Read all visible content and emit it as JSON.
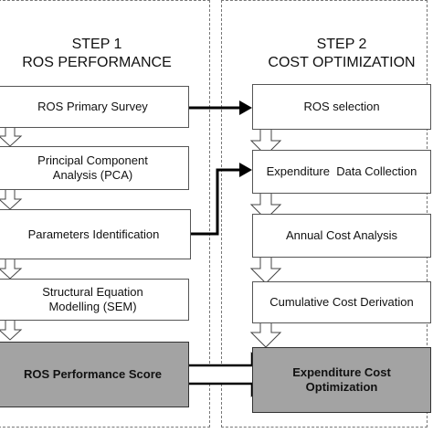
{
  "step1": {
    "step_label": "STEP 1",
    "title": "ROS PERFORMANCE",
    "boxes": {
      "survey": "ROS Primary Survey",
      "pca_line1": "Principal Component",
      "pca_line2": "Analysis (PCA)",
      "params": "Parameters Identification",
      "sem_line1": "Structural Equation",
      "sem_line2": "Modelling (SEM)",
      "score": "ROS Performance Score"
    }
  },
  "step2": {
    "step_label": "STEP 2",
    "title": "COST OPTIMIZATION",
    "boxes": {
      "selection": "ROS selection",
      "expenditure": "Expenditure  Data Collection",
      "annual": "Annual Cost Analysis",
      "cumulative": "Cumulative Cost Derivation",
      "opt_line1": "Expenditure Cost",
      "opt_line2": "Optimization"
    }
  },
  "colors": {
    "dark_box_fill": "#a3a3a3",
    "border": "#555555",
    "arrow": "#000000"
  }
}
